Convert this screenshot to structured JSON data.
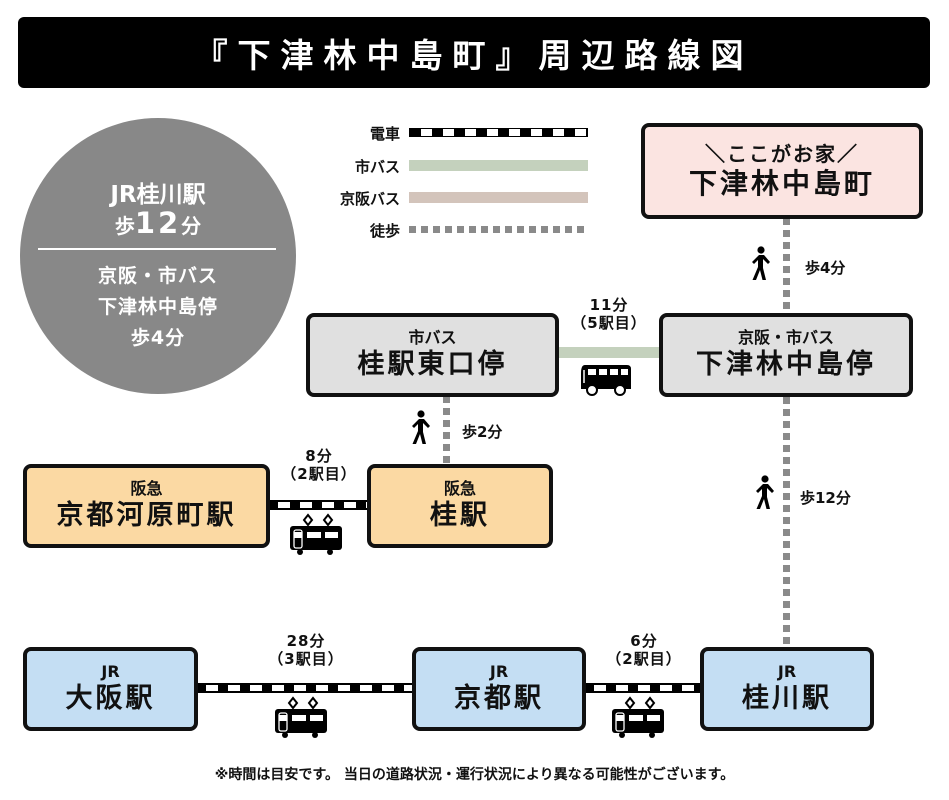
{
  "title": "『下津林中島町』周辺路線図",
  "summary": {
    "line1": "JR桂川駅",
    "line2_prefix": "歩",
    "line2_value": "12",
    "line2_suffix": "分",
    "line3": "京阪・市バス",
    "line4": "下津林中島停",
    "line5": "歩4分"
  },
  "legend": [
    {
      "label": "電車",
      "type": "train"
    },
    {
      "label": "市バス",
      "type": "city-bus",
      "color": "#c4d1bd"
    },
    {
      "label": "京阪バス",
      "type": "keihan-bus",
      "color": "#d3c4bb"
    },
    {
      "label": "徒歩",
      "type": "walk",
      "color": "#8a8a8a"
    }
  ],
  "colors": {
    "home": "#fbe4e1",
    "bus_stop": "#e0e0e0",
    "hankyu": "#fbd9a3",
    "jr": "#c4def3",
    "summary_circle": "#888888",
    "city_bus_line": "#c4d1bd",
    "walk": "#8a8a8a"
  },
  "stations": {
    "home": {
      "sub": "＼ここがお家／",
      "main": "下津林中島町"
    },
    "katsura_higashiguchi": {
      "sub": "市バス",
      "main": "桂駅東口停"
    },
    "shimotsubayashi_stop": {
      "sub": "京阪・市バス",
      "main": "下津林中島停"
    },
    "kawaramachi": {
      "sub": "阪急",
      "main": "京都河原町駅"
    },
    "hankyu_katsura": {
      "sub": "阪急",
      "main": "桂駅"
    },
    "osaka": {
      "sub": "JR",
      "main": "大阪駅"
    },
    "kyoto": {
      "sub": "JR",
      "main": "京都駅"
    },
    "katsuragawa": {
      "sub": "JR",
      "main": "桂川駅"
    }
  },
  "segments": {
    "bus_11": {
      "time": "11分",
      "stops": "（5駅目）"
    },
    "hankyu_8": {
      "time": "8分",
      "stops": "（2駅目）"
    },
    "jr_28": {
      "time": "28分",
      "stops": "（3駅目）"
    },
    "jr_6": {
      "time": "6分",
      "stops": "（2駅目）"
    }
  },
  "walks": {
    "home_to_stop": "歩4分",
    "bus_to_hankyu": "歩2分",
    "stop_to_jr": "歩12分"
  },
  "footer": "※時間は目安です。 当日の道路状況・運行状況により異なる可能性がございます。"
}
